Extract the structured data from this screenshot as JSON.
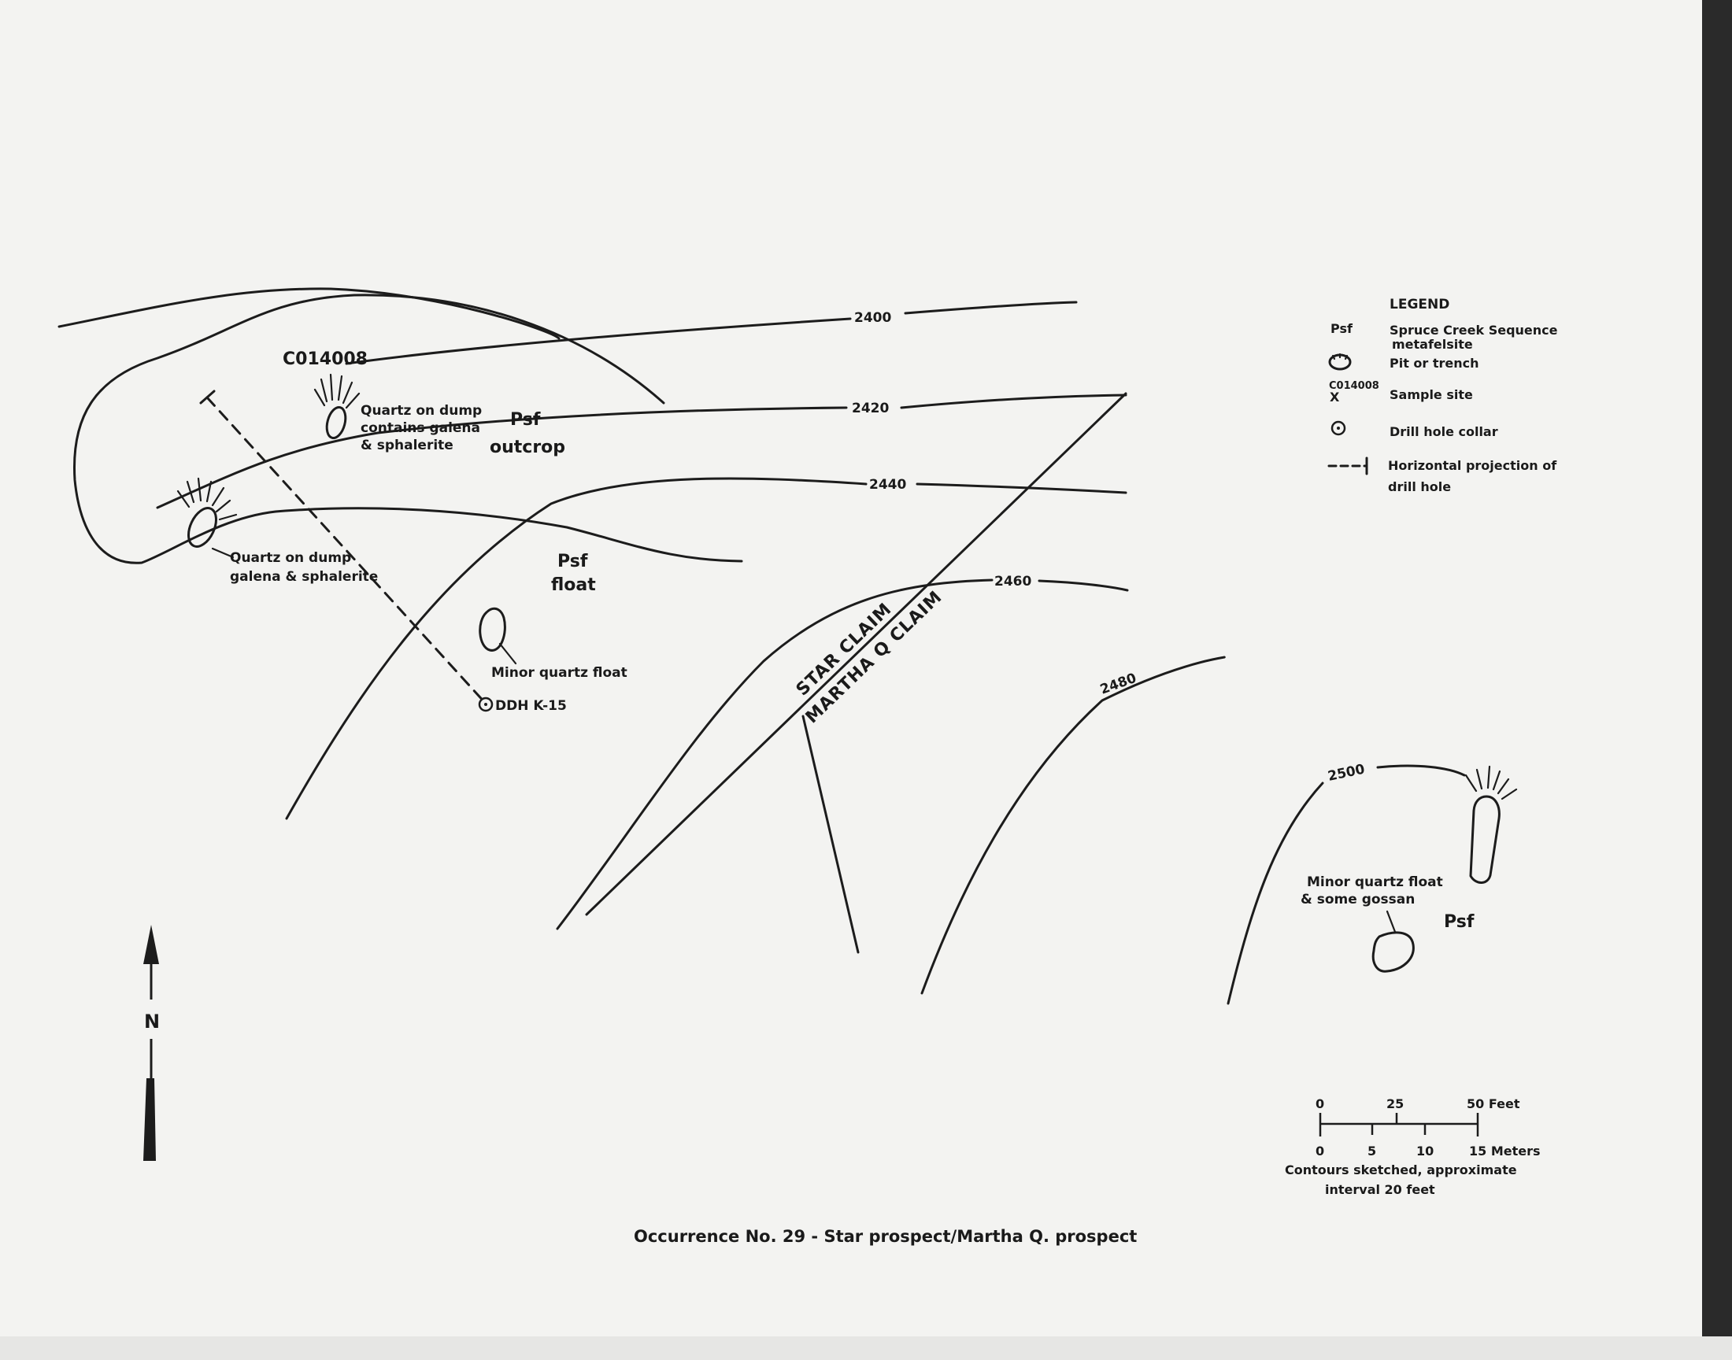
{
  "map": {
    "title": "Occurrence No. 29 - Star prospect/Martha Q. prospect",
    "sample_id": "C014008",
    "drill_hole": "DDH K-15",
    "north_label": "N",
    "contours": [
      "2400",
      "2420",
      "2440",
      "2460",
      "2480",
      "2500"
    ],
    "claims": {
      "star": "STAR CLAIM",
      "martha": "MARTHA Q CLAIM"
    },
    "annotations": {
      "pit1": [
        "Quartz on dump",
        "contains galena",
        "& sphalerite"
      ],
      "pit2": [
        "Quartz on dump",
        "galena & sphalerite"
      ],
      "psf_outcrop": [
        "Psf",
        "outcrop"
      ],
      "psf_float": [
        "Psf",
        "float"
      ],
      "minor_quartz": "Minor quartz float",
      "minor_gossan": [
        "Minor quartz float",
        "& some gossan"
      ],
      "psf": "Psf"
    }
  },
  "legend": {
    "title": "LEGEND",
    "psf_symbol": "Psf",
    "psf_desc": [
      "Spruce Creek Sequence",
      "metafelsite"
    ],
    "pit": "Pit or trench",
    "sample_symbol_id": "C014008",
    "sample_symbol_x": "X",
    "sample": "Sample site",
    "drill_collar": "Drill hole collar",
    "projection": [
      "Horizontal projection of",
      "drill hole"
    ]
  },
  "scale": {
    "feet_labels": [
      "0",
      "25",
      "50 Feet"
    ],
    "meter_labels": [
      "0",
      "5",
      "10",
      "15 Meters"
    ],
    "note": [
      "Contours sketched, approximate",
      "interval 20 feet"
    ]
  }
}
